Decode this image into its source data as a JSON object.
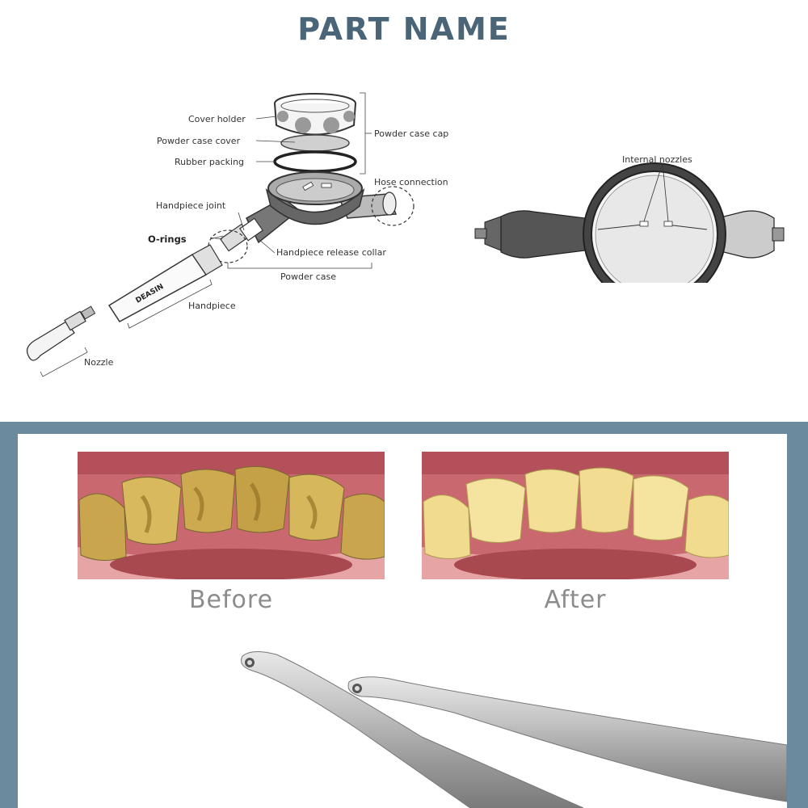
{
  "title": "PART NAME",
  "labels": {
    "cover_holder": "Cover holder",
    "powder_case_cover": "Powder case cover",
    "rubber_packing": "Rubber packing",
    "powder_case_cap": "Powder case cap",
    "hose_connection": "Hose connection",
    "handpiece_joint": "Handpiece joint",
    "o_rings": "O-rings",
    "handpiece_release_collar": "Handpiece release collar",
    "powder_case": "Powder case",
    "handpiece": "Handpiece",
    "nozzle": "Nozzle",
    "internal_nozzles": "Internal nozzles",
    "brand_mark": "DEASIN"
  },
  "comparison": {
    "before": "Before",
    "after": "After"
  },
  "colors": {
    "title": "#4a6577",
    "frame": "#6b8a9d",
    "caption": "#8c8c8c"
  }
}
